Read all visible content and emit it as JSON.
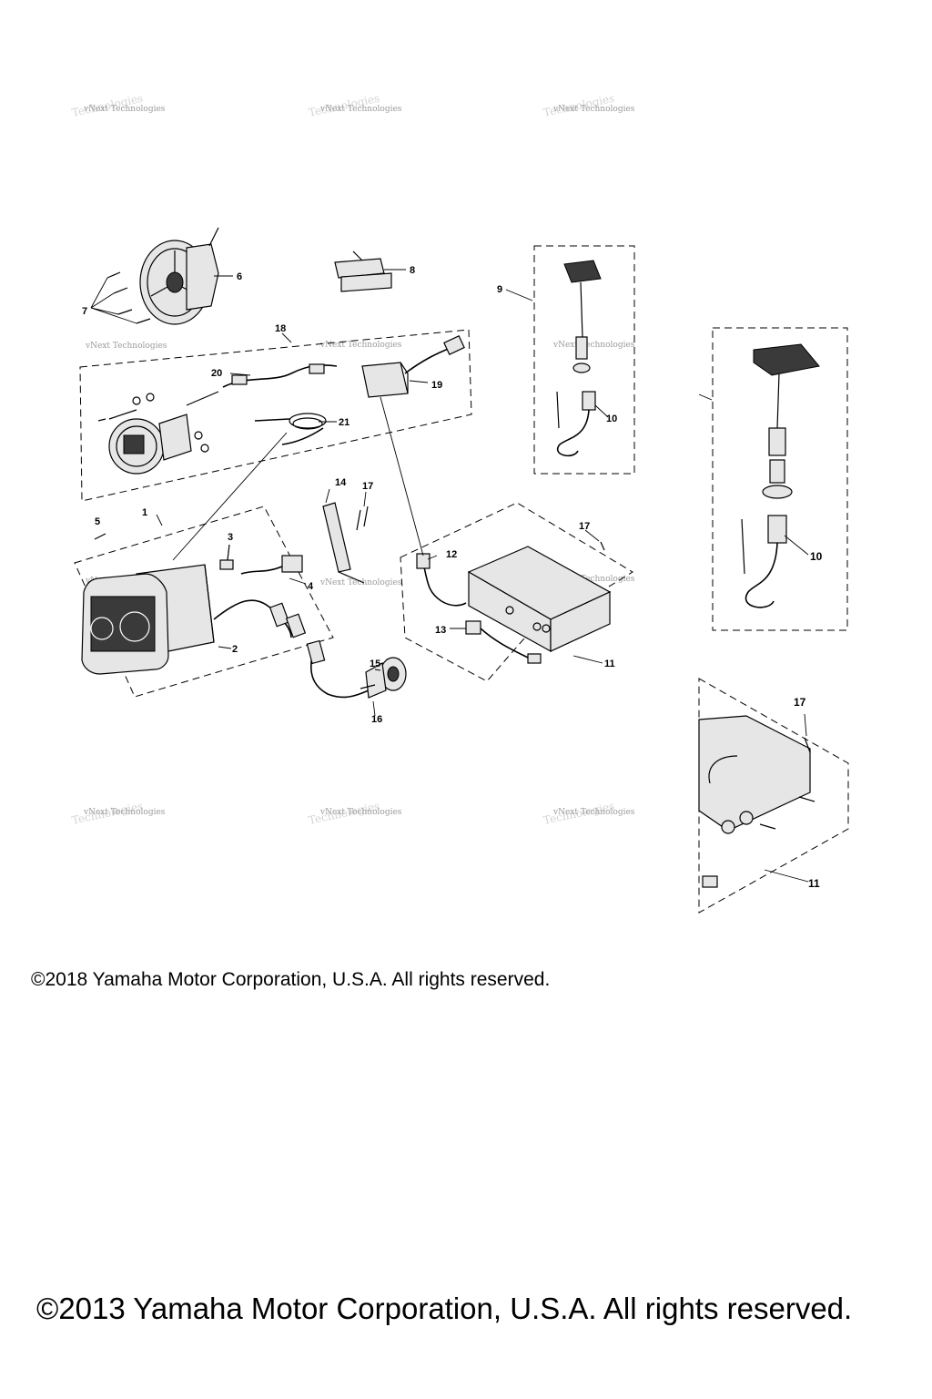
{
  "watermark": "vNext Technologies",
  "callouts": {
    "c1": "1",
    "c2": "2",
    "c3": "3",
    "c4": "4",
    "c5": "5",
    "c6": "6",
    "c7": "7",
    "c8": "8",
    "c9": "9",
    "c10": "10",
    "c10b": "10",
    "c11": "11",
    "c11b": "11",
    "c12": "12",
    "c13": "13",
    "c14": "14",
    "c15": "15",
    "c16": "16",
    "c17": "17",
    "c17b": "17",
    "c17c": "17",
    "c18": "18",
    "c19": "19",
    "c20": "20",
    "c21": "21"
  },
  "copyright_2018": "©2018 Yamaha Motor Corporation, U.S.A. All rights reserved.",
  "copyright_2013": "©2013 Yamaha Motor Corporation, U.S.A. All rights reserved.",
  "colors": {
    "line": "#000000",
    "watermark": "#9a9a9a",
    "background": "#ffffff"
  }
}
